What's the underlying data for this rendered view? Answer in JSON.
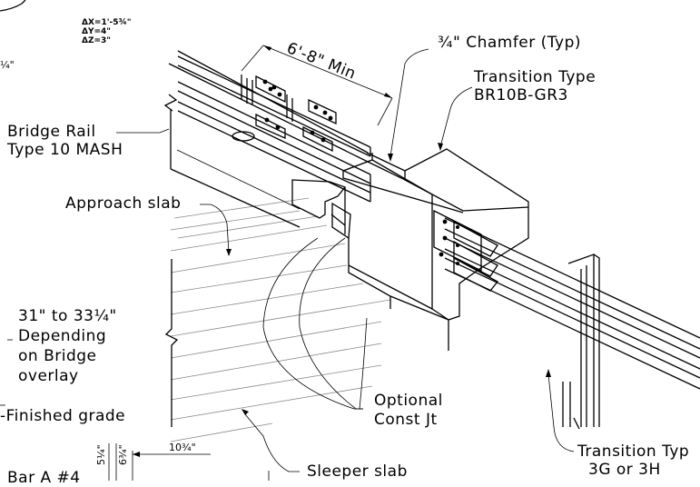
{
  "labels": {
    "dx": "ΔX=1'-5¾\"",
    "dy": "ΔY=4\"",
    "dz": "ΔZ=3\"",
    "frac_left": "¼\"",
    "dim_min": "6'-8\" Min",
    "chamfer": "¾\" Chamfer (Typ)",
    "transition_type_line1": "Transition Type",
    "transition_type_line2": "BR10B-GR3",
    "bridge_rail_line1": "Bridge Rail",
    "bridge_rail_line2": "Type 10 MASH",
    "approach_slab": "Approach slab",
    "height_line1": "31\" to 33¼\"",
    "height_line2": "Depending",
    "height_line3": "on Bridge",
    "height_line4": "overlay",
    "finished_grade": "Finished grade",
    "optional_line1": "Optional",
    "optional_line2": "Const Jt",
    "dim_10_3_4": "10¾\"",
    "dim_5_1_4": "5¼\"",
    "dim_6_3_4": "6¾\"",
    "sleeper_slab": "Sleeper slab",
    "bar_a": "Bar A #4",
    "transition_type_right_line1": "Transition Typ",
    "transition_type_right_line2": "3G or 3H"
  }
}
